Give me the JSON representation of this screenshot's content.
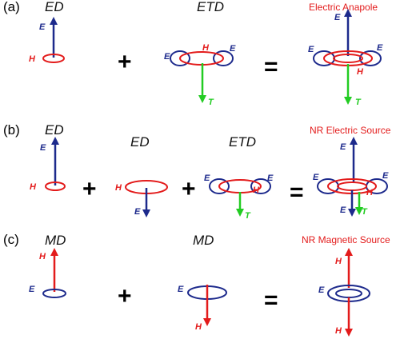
{
  "panels": {
    "a": {
      "label": "(a)",
      "term1_title": "ED",
      "term2_title": "ETD",
      "result_title": "Electric Anapole",
      "op_plus": "+",
      "op_equals": "="
    },
    "b": {
      "label": "(b)",
      "term1_title": "ED",
      "term2_title": "ED",
      "term3_title": "ETD",
      "result_title": "NR Electric Source",
      "op_plus1": "+",
      "op_plus2": "+",
      "op_equals": "="
    },
    "c": {
      "label": "(c)",
      "term1_title": "MD",
      "term2_title": "MD",
      "result_title": "NR Magnetic Source",
      "op_plus": "+",
      "op_equals": "="
    }
  },
  "field_labels": {
    "E": "E",
    "H": "H",
    "T": "T"
  },
  "colors": {
    "electric": "#1d2a8c",
    "magnetic": "#e31b1b",
    "toroidal": "#22cc22",
    "result_title": "#e31b1b"
  }
}
